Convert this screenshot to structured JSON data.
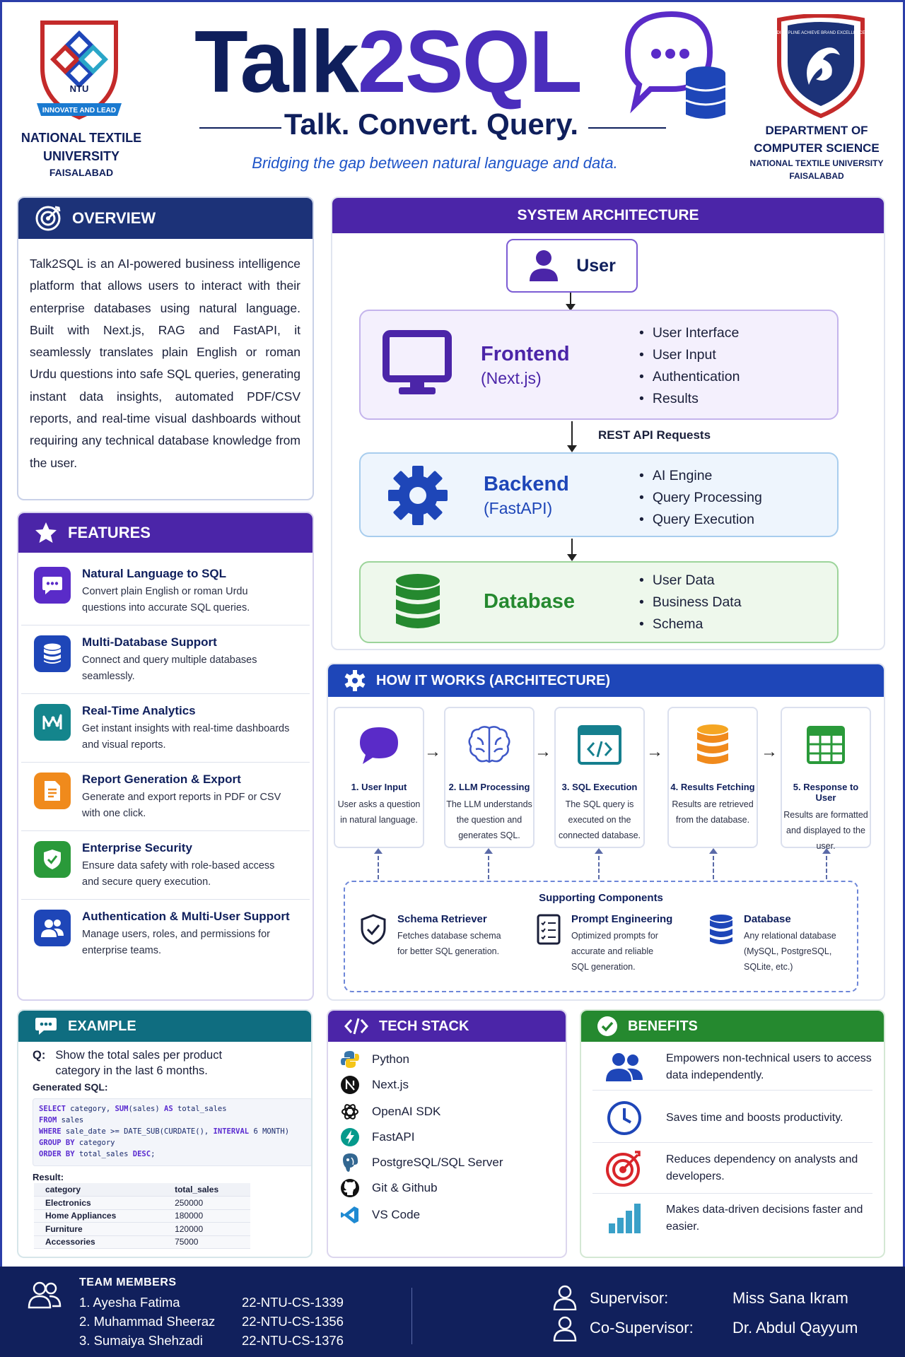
{
  "header": {
    "title_part1": "Talk",
    "title_part2": "2SQL",
    "tagline": "Talk. Convert. Query.",
    "subtitle": "Bridging the gap between natural language and data.",
    "university": {
      "line1": "NATIONAL TEXTILE",
      "line2": "UNIVERSITY",
      "city": "FAISALABAD",
      "logo_text": "NTU",
      "logo_banner": "INNOVATE AND LEAD"
    },
    "department": {
      "line1": "DEPARTMENT OF",
      "line2": "COMPUTER SCIENCE",
      "line3": "NATIONAL TEXTILE UNIVERSITY",
      "line4": "FAISALABAD",
      "logo_text": "DISCIPLINE ACHIEVE BRAND EXCELLENCE"
    }
  },
  "overview": {
    "title": "OVERVIEW",
    "text": "Talk2SQL is an AI-powered business intelligence platform that allows users to interact with their enterprise databases using natural language. Built with Next.js, RAG and FastAPI, it seamlessly translates plain English or roman Urdu questions into safe SQL queries, generating instant data insights, automated PDF/CSV reports, and real-time visual dashboards without requiring any technical database knowledge from the user."
  },
  "features": {
    "title": "FEATURES",
    "items": [
      {
        "title": "Natural Language to SQL",
        "desc": "Convert plain English or roman Urdu questions into accurate SQL queries.",
        "icon": "chat-bubble-icon",
        "color": "#5a2bc8"
      },
      {
        "title": "Multi-Database Support",
        "desc": "Connect and query multiple databases seamlessly.",
        "icon": "database-icon",
        "color": "#1e46b8"
      },
      {
        "title": "Real-Time Analytics",
        "desc": "Get instant insights with real-time dashboards and visual reports.",
        "icon": "analytics-icon",
        "color": "#14858c"
      },
      {
        "title": "Report Generation & Export",
        "desc": "Generate and export reports in PDF or CSV with one click.",
        "icon": "report-icon",
        "color": "#f08a1c"
      },
      {
        "title": "Enterprise Security",
        "desc": "Ensure data safety with role-based access and secure query execution.",
        "icon": "shield-icon",
        "color": "#2a9a3a"
      },
      {
        "title": "Authentication & Multi-User Support",
        "desc": "Manage users, roles, and permissions for enterprise teams.",
        "icon": "users-icon",
        "color": "#1e46b8"
      }
    ]
  },
  "architecture": {
    "title": "SYSTEM ARCHITECTURE",
    "user": "User",
    "api_label": "REST API Requests",
    "frontend": {
      "name": "Frontend",
      "tech": "(Next.js)",
      "items": [
        "User Interface",
        "User Input",
        "Authentication",
        "Results"
      ]
    },
    "backend": {
      "name": "Backend",
      "tech": "(FastAPI)",
      "items": [
        "AI Engine",
        "Query Processing",
        "Query Execution"
      ]
    },
    "database": {
      "name": "Database",
      "items": [
        "User Data",
        "Business Data",
        "Schema"
      ]
    }
  },
  "how_it_works": {
    "title": "HOW IT WORKS (ARCHITECTURE)",
    "steps": [
      {
        "title": "1. User Input",
        "desc": "User asks a question in natural language."
      },
      {
        "title": "2. LLM Processing",
        "desc": "The LLM understands the question and generates SQL."
      },
      {
        "title": "3. SQL Execution",
        "desc": "The SQL query is executed on the connected database."
      },
      {
        "title": "4. Results Fetching",
        "desc": "Results are retrieved from the database."
      },
      {
        "title": "5. Response to User",
        "desc": "Results are formatted and displayed to the user."
      }
    ],
    "supporting_title": "Supporting Components",
    "supporting": [
      {
        "title": "Schema Retriever",
        "desc": "Fetches database schema for better SQL generation."
      },
      {
        "title": "Prompt Engineering",
        "desc": "Optimized prompts for accurate and reliable SQL generation."
      },
      {
        "title": "Database",
        "desc": "Any relational database (MySQL, PostgreSQL, SQLite, etc.)"
      }
    ]
  },
  "example": {
    "title": "EXAMPLE",
    "q_label": "Q:",
    "question": "Show the total sales per product category in the last 6 months.",
    "sql_label": "Generated SQL:",
    "sql": {
      "l1a": "SELECT",
      "l1b": " category, ",
      "l1c": "SUM",
      "l1d": "(sales) ",
      "l1e": "AS",
      "l1f": " total_sales",
      "l2a": "FROM",
      "l2b": " sales",
      "l3a": "WHERE",
      "l3b": " sale_date >= DATE_SUB(CURDATE(), ",
      "l3c": "INTERVAL",
      "l3d": " 6 MONTH)",
      "l4a": "GROUP BY",
      "l4b": " category",
      "l5a": "ORDER BY",
      "l5b": " total_sales ",
      "l5c": "DESC",
      "l5d": ";"
    },
    "result_label": "Result:",
    "columns": [
      "category",
      "total_sales"
    ],
    "rows": [
      [
        "Electronics",
        "250000"
      ],
      [
        "Home Appliances",
        "180000"
      ],
      [
        "Furniture",
        "120000"
      ],
      [
        "Accessories",
        "75000"
      ]
    ]
  },
  "tech_stack": {
    "title": "TECH STACK",
    "items": [
      "Python",
      "Next.js",
      "OpenAI SDK",
      "FastAPI",
      "PostgreSQL/SQL Server",
      "Git & Github",
      "VS Code"
    ]
  },
  "benefits": {
    "title": "BENEFITS",
    "items": [
      "Empowers non-technical users to access data independently.",
      "Saves time and boosts productivity.",
      "Reduces dependency on analysts and developers.",
      "Makes data-driven decisions faster and easier."
    ]
  },
  "footer": {
    "team_title": "TEAM MEMBERS",
    "members": [
      {
        "name": "1.  Ayesha Fatima",
        "id": "22-NTU-CS-1339"
      },
      {
        "name": "2.  Muhammad Sheeraz",
        "id": "22-NTU-CS-1356"
      },
      {
        "name": "3.  Sumaiya Shehzadi",
        "id": "22-NTU-CS-1376"
      }
    ],
    "supervisor_label": "Supervisor:",
    "supervisor": "Miss Sana Ikram",
    "cosupervisor_label": "Co-Supervisor:",
    "cosupervisor": "Dr. Abdul Qayyum"
  },
  "colors": {
    "navy": "#1c3278",
    "purple": "#4b25a8",
    "teal": "#0f6d80",
    "green": "#25892f",
    "blue": "#1e46b8",
    "footer": "#11205c"
  }
}
